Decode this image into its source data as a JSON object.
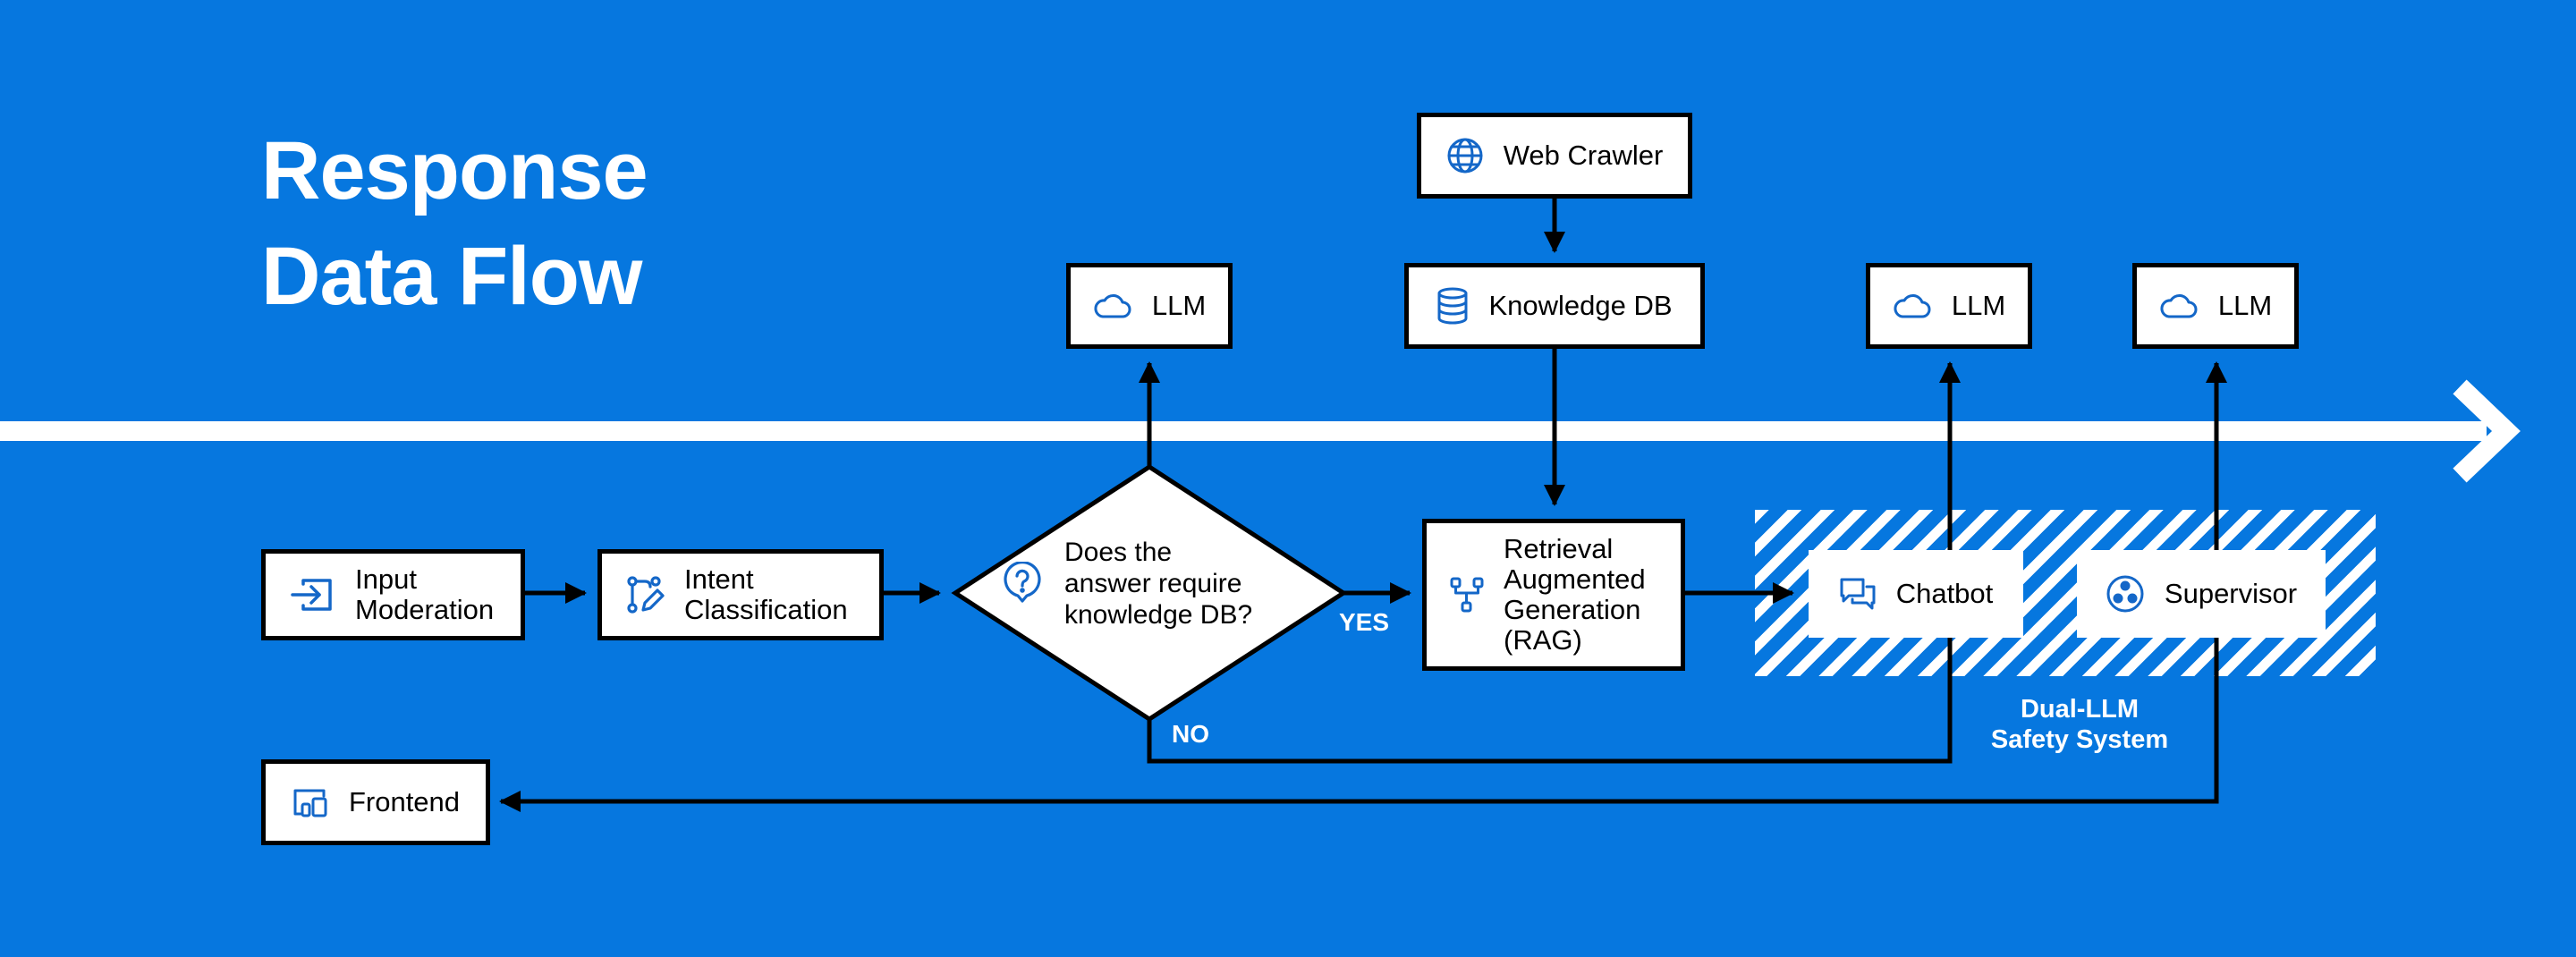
{
  "title": {
    "line1": "Response",
    "line2": "Data Flow"
  },
  "nodes": {
    "input_moderation": {
      "line1": "Input",
      "line2": "Moderation"
    },
    "intent_classification": {
      "line1": "Intent",
      "line2": "Classification"
    },
    "decision": {
      "line1": "Does the",
      "line2": "answer require",
      "line3": "knowledge DB?"
    },
    "rag": {
      "line1": "Retrieval",
      "line2": "Augmented",
      "line3": "Generation",
      "line4": "(RAG)"
    },
    "web_crawler": "Web Crawler",
    "knowledge_db": "Knowledge DB",
    "llm_1": "LLM",
    "llm_2": "LLM",
    "llm_3": "LLM",
    "chatbot": "Chatbot",
    "supervisor": "Supervisor",
    "frontend": "Frontend"
  },
  "labels": {
    "yes": "YES",
    "no": "NO",
    "safety_system": {
      "line1": "Dual-LLM",
      "line2": "Safety System"
    }
  },
  "colors": {
    "background": "#0677df",
    "icon": "#1467c8",
    "box_fill": "#ffffff",
    "stroke": "#000000"
  },
  "icons": {
    "input_moderation": "input-arrow-icon",
    "intent_classification": "workflow-pen-icon",
    "decision": "question-bubble-icon",
    "rag": "network-nodes-icon",
    "web_crawler": "globe-icon",
    "knowledge_db": "database-icon",
    "llm": "cloud-icon",
    "chatbot": "chat-bubbles-icon",
    "supervisor": "circle-dots-icon",
    "frontend": "devices-icon"
  }
}
